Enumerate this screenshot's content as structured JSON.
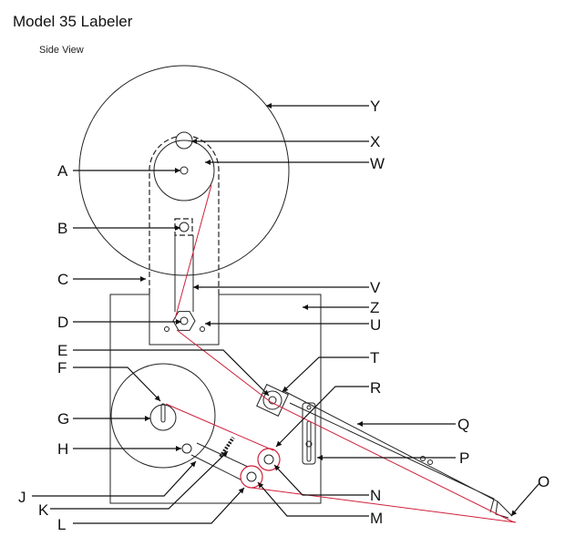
{
  "title": "Model 35 Labeler",
  "subtitle": "Side View",
  "labels": {
    "A": "A",
    "B": "B",
    "C": "C",
    "D": "D",
    "E": "E",
    "F": "F",
    "G": "G",
    "H": "H",
    "J": "J",
    "K": "K",
    "L": "L",
    "M": "M",
    "N": "N",
    "O": "O",
    "P": "P",
    "Q": "Q",
    "R": "R",
    "T": "T",
    "U": "U",
    "V": "V",
    "W": "W",
    "X": "X",
    "Y": "Y",
    "Z": "Z"
  },
  "colors": {
    "line": "#222222",
    "web": "#d0203a"
  }
}
